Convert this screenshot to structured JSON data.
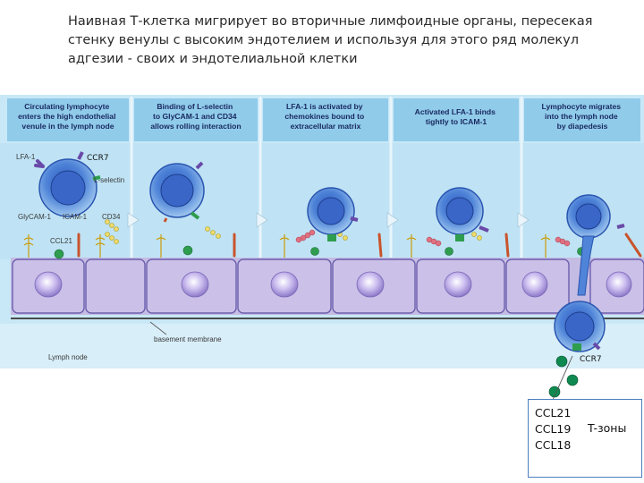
{
  "title": "Наивная Т-клетка мигрирует во вторичные лимфоидные органы, пересекая стенку венулы с высоким эндотелием и используя для этого ряд молекул адгезии - своих и эндотелиальной клетки",
  "panels": [
    {
      "caption": [
        "Circulating lymphocyte",
        "enters the high endothelial",
        "venule in the lymph node"
      ]
    },
    {
      "caption": [
        "Binding of L-selectin",
        "to GlyCAM-1 and CD34",
        "allows rolling interaction"
      ]
    },
    {
      "caption": [
        "LFA-1 is activated by",
        "chemokines bound to",
        "extracellular matrix"
      ]
    },
    {
      "caption": [
        "Activated LFA-1 binds",
        "tightly to ICAM-1"
      ]
    },
    {
      "caption": [
        "Lymphocyte migrates",
        "into the lymph node",
        "by diapedesis"
      ]
    }
  ],
  "labels": {
    "lfa1": "LFA-1",
    "ccr7_top": "CCR7",
    "lselectin": "L-selectin",
    "glycam": "GlyCAM-1",
    "icam": "ICAM-1",
    "cd34": "CD34",
    "ccl21": "CCL21",
    "basement": "basement membrane",
    "lymph_node": "Lymph node",
    "ccr7_bottom": "CCR7"
  },
  "chemokine_box": {
    "items": [
      "CCL21",
      "CCL19",
      "CCL18"
    ],
    "tzone": "T-зоны"
  },
  "colors": {
    "panel_bg": "#bfe3f4",
    "header_bg": "#8fcbea",
    "tissue_bg": "#d6ecf8",
    "endothelium": "#c7bde4",
    "endo_border": "#6f62ad",
    "nucleus": "#9b86cf",
    "lymphocyte": "#4a82cc",
    "lymph_nucleus": "#3a64c0"
  }
}
